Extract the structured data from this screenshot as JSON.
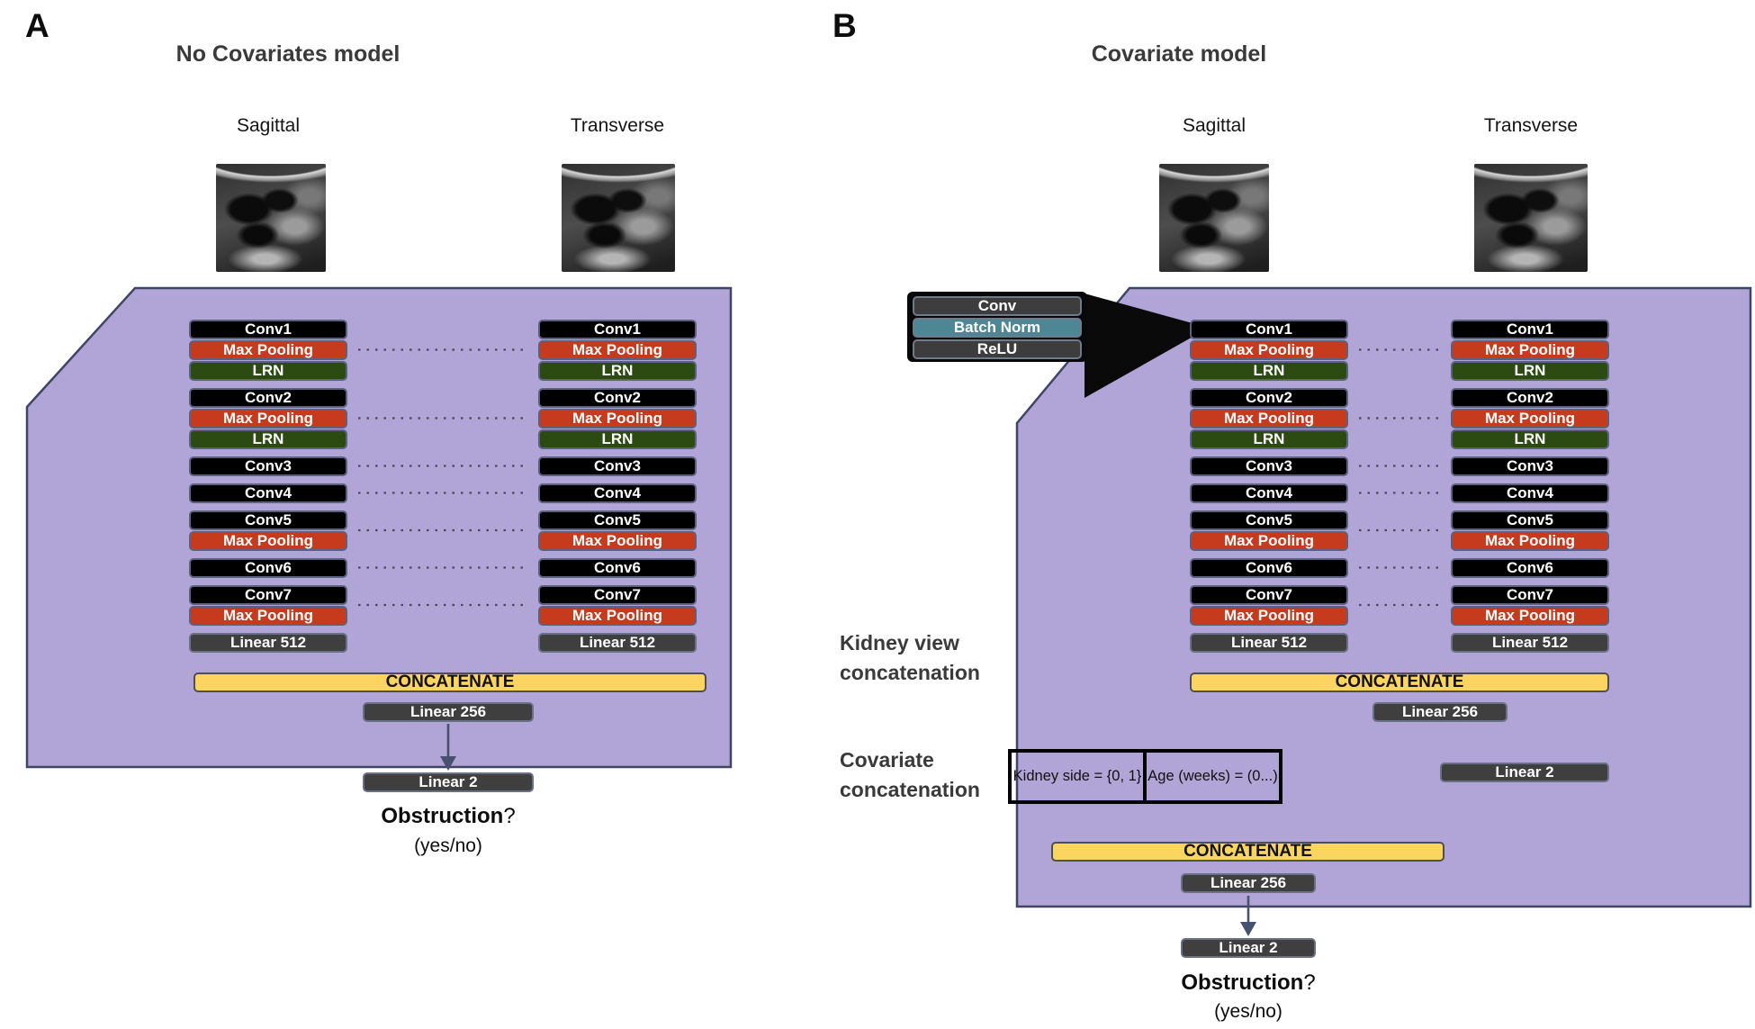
{
  "figure": {
    "panel_a": {
      "label": "A",
      "title": "No Covariates model",
      "sagittal_label": "Sagittal",
      "transverse_label": "Transverse",
      "concatenate": "CONCATENATE",
      "linear_256": "Linear 256",
      "linear_2": "Linear 2",
      "question_bold": "Obstruction",
      "question_mark": "?",
      "answer": "(yes/no)"
    },
    "panel_b": {
      "label": "B",
      "title": "Covariate model",
      "sagittal_label": "Sagittal",
      "transverse_label": "Transverse",
      "callout": {
        "conv": "Conv",
        "batch_norm": "Batch Norm",
        "relu": "ReLU"
      },
      "kidney_view_label_line1": "Kidney view",
      "kidney_view_label_line2": "concatenation",
      "covariate_label_line1": "Covariate",
      "covariate_label_line2": "concatenation",
      "covariate_kidney_side": "Kidney side = {0, 1}",
      "covariate_age": "Age (weeks) = (0...)",
      "concatenate_top": "CONCATENATE",
      "linear_256_top": "Linear 256",
      "linear_2_top": "Linear 2",
      "concatenate_bottom": "CONCATENATE",
      "linear_256_bottom": "Linear 256",
      "linear_2_bottom": "Linear 2",
      "question_bold": "Obstruction",
      "question_mark": "?",
      "answer": "(yes/no)"
    },
    "stack_groups": [
      [
        "Conv1",
        "Max Pooling",
        "LRN"
      ],
      [
        "Conv2",
        "Max Pooling",
        "LRN"
      ],
      [
        "Conv3"
      ],
      [
        "Conv4"
      ],
      [
        "Conv5",
        "Max Pooling"
      ],
      [
        "Conv6"
      ],
      [
        "Conv7",
        "Max Pooling"
      ],
      [
        "Linear 512"
      ]
    ],
    "colors": {
      "purple": "#b1a4d6",
      "purple_border": "#3f4566",
      "conv_black": "#000000",
      "pool_red": "#c63a1e",
      "lrn_green": "#2c4b12",
      "linear_gray": "#3f3f3f",
      "concat_yellow": "#fbd55f",
      "batch_norm_teal": "#4d8796",
      "callout_black": "#080808"
    }
  }
}
